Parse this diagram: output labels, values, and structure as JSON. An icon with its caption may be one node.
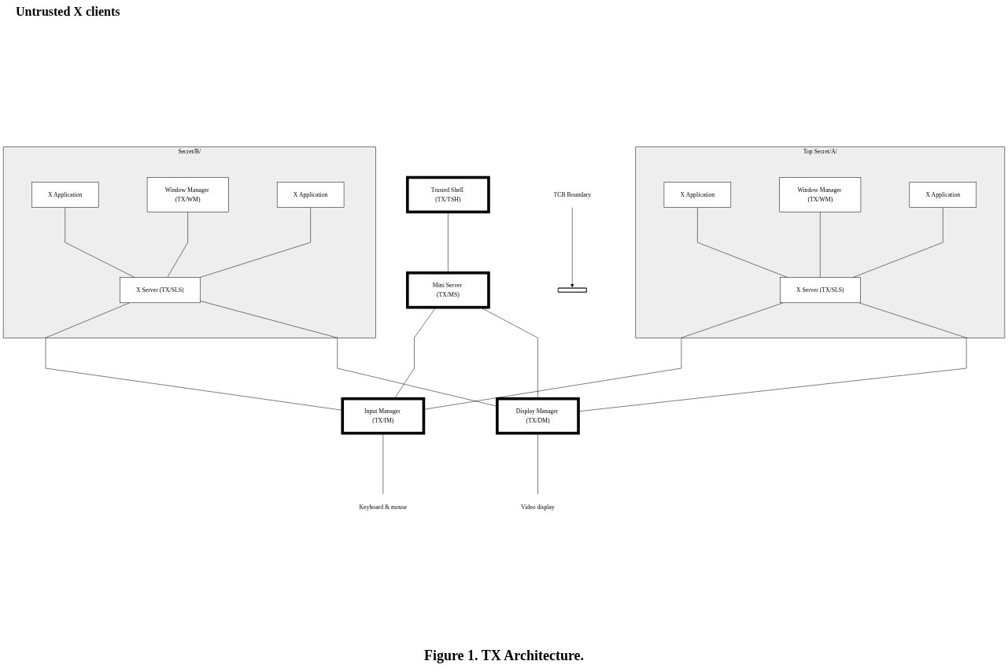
{
  "diagram": {
    "caption": "Figure 1.  TX Architecture.",
    "nodes": [
      {
        "text": [
          "Secret/B/"
        ]
      },
      {
        "text": [
          "X Application"
        ],
        "in": 0
      },
      {
        "text": [
          "Window Manager (TX/WM)"
        ],
        "in": 0
      },
      {
        "text": [
          "X Application"
        ],
        "in": 0
      },
      {
        "text": [
          "X Server (TX/SLS)"
        ],
        "in": 0
      },
      {
        "text": [
          "Top Secret/A/"
        ]
      },
      {
        "text": [
          "X Application"
        ],
        "in": 5
      },
      {
        "text": [
          "Window Manager (TX/WM)"
        ],
        "in": 5
      },
      {
        "text": [
          "X Application"
        ],
        "in": 5
      },
      {
        "text": [
          "X Server (TX/SLS)"
        ],
        "in": 5
      },
      {
        "text": [
          "Trusted Shell (TX/TSH)"
        ]
      },
      {
        "text": [
          "Mini Server (TX/MS)"
        ]
      },
      {
        "text": [],
        "shape": "bar"
      },
      {
        "text": [
          "TCB Boundary"
        ]
      },
      {
        "text": [
          "Input Manager (TX/IM)"
        ]
      },
      {
        "text": [
          "Display Manager (TX/DM)"
        ]
      },
      {
        "text": [
          "Keyboard & mouse"
        ]
      },
      {
        "text": [
          "Video display"
        ]
      }
    ],
    "edges": [
      {
        "from": 1,
        "to": 4,
        "arrow": "none"
      },
      {
        "from": 2,
        "to": 4,
        "arrow": "none"
      },
      {
        "from": 3,
        "to": 4,
        "arrow": "none"
      },
      {
        "from": 6,
        "to": 9,
        "arrow": "none"
      },
      {
        "from": 7,
        "to": 9,
        "arrow": "none"
      },
      {
        "from": 8,
        "to": 9,
        "arrow": "none"
      },
      {
        "from": 10,
        "to": 11,
        "arrow": "none"
      },
      {
        "from": 4,
        "to": 14,
        "arrow": "none"
      },
      {
        "from": 4,
        "to": 15,
        "arrow": "none"
      },
      {
        "from": 9,
        "to": 14,
        "arrow": "none"
      },
      {
        "from": 9,
        "to": 15,
        "arrow": "none"
      },
      {
        "from": 11,
        "to": 14,
        "arrow": "none"
      },
      {
        "from": 11,
        "to": 15,
        "arrow": "none"
      },
      {
        "from": 14,
        "to": 16,
        "arrow": "none"
      },
      {
        "from": 15,
        "to": 17,
        "arrow": "none"
      },
      {
        "from": 13,
        "to": 12,
        "arrow": "to"
      }
    ],
    "labels": [
      "Untrusted X clients"
    ]
  }
}
